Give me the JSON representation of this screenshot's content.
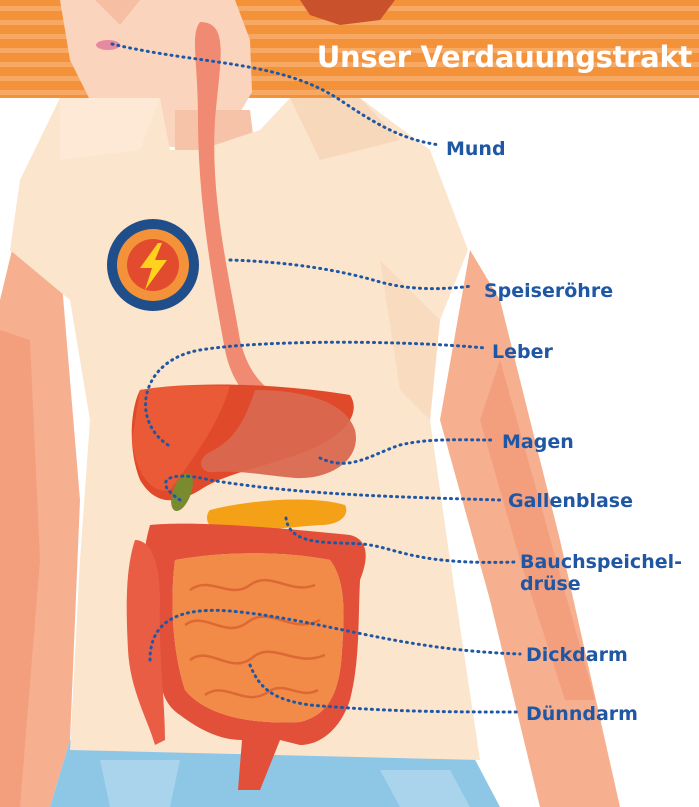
{
  "title": "Unser Verdauungstrakt",
  "labels": {
    "mund": "Mund",
    "speiseroehre": "Speiseröhre",
    "leber": "Leber",
    "magen": "Magen",
    "gallenblase": "Gallenblase",
    "bauchspeicheldruese_line1": "Bauchspeichel-",
    "bauchspeicheldruese_line2": "drüse",
    "dickdarm": "Dickdarm",
    "duenndarm": "Dünndarm"
  },
  "colors": {
    "banner": "#f4923a",
    "label_text": "#1f57a4",
    "shirt": "#fbe5cd",
    "skin": "#f7b79a",
    "liver": "#e0492a",
    "stomach": "#d9694f",
    "large_intestine": "#e2503a",
    "small_intestine": "#f28a48",
    "pancreas": "#f5a118",
    "gallbladder": "#7a8a2e",
    "pants": "#8ec6e6"
  },
  "icons": {
    "shirt_badge": "lightning-bolt-icon"
  }
}
